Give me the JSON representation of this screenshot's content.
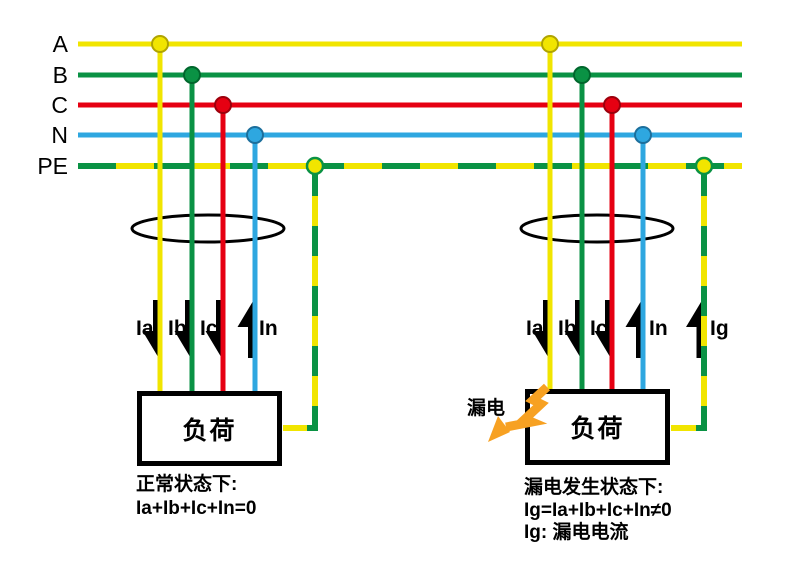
{
  "colors": {
    "phase_a": "#F1E500",
    "phase_b": "#0A9244",
    "phase_c": "#E60012",
    "neutral": "#2EA7E0",
    "pe_yellow": "#F1E500",
    "pe_green": "#0A9244",
    "bolt": "#F7A122",
    "coil_outline": "#000000"
  },
  "buses": {
    "a": "A",
    "b": "B",
    "c": "C",
    "n": "N",
    "pe": "PE"
  },
  "left": {
    "currents": {
      "ia": "Ia",
      "ib": "Ib",
      "ic": "Ic",
      "in": "In"
    },
    "load": "负荷",
    "caption1": "正常状态下:",
    "caption2": "Ia+Ib+Ic+In=0"
  },
  "right": {
    "currents": {
      "ia": "Ia",
      "ib": "Ib",
      "ic": "Ic",
      "in": "In",
      "ig": "Ig"
    },
    "load": "负荷",
    "leakage": "漏电",
    "caption1": "漏电发生状态下:",
    "caption2": "Ig=Ia+Ib+Ic+In≠0",
    "caption3": "Ig: 漏电电流"
  }
}
